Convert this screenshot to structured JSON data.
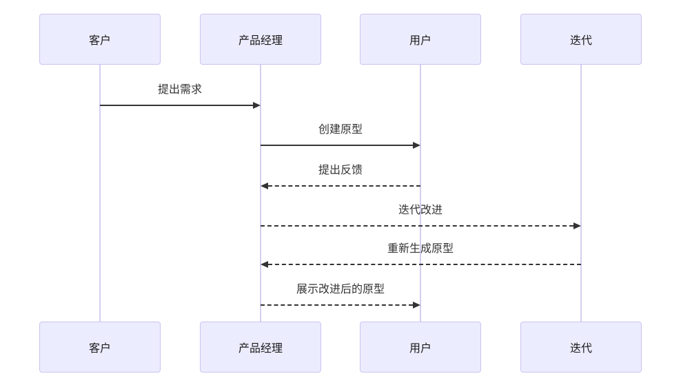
{
  "diagram": {
    "kind": "sequence-diagram",
    "actors": [
      {
        "label": "客户"
      },
      {
        "label": "产品经理"
      },
      {
        "label": "用户"
      },
      {
        "label": "迭代"
      }
    ],
    "messages": [
      {
        "label": "提出需求",
        "from": "客户",
        "to": "产品经理",
        "line": "solid",
        "direction": "right"
      },
      {
        "label": "创建原型",
        "from": "产品经理",
        "to": "用户",
        "line": "solid",
        "direction": "right"
      },
      {
        "label": "提出反馈",
        "from": "用户",
        "to": "产品经理",
        "line": "dashed",
        "direction": "left"
      },
      {
        "label": "迭代改进",
        "from": "产品经理",
        "to": "迭代",
        "line": "dashed",
        "direction": "right"
      },
      {
        "label": "重新生成原型",
        "from": "迭代",
        "to": "产品经理",
        "line": "dashed",
        "direction": "left"
      },
      {
        "label": "展示改进后的原型",
        "from": "产品经理",
        "to": "用户",
        "line": "dashed",
        "direction": "right"
      }
    ],
    "colors": {
      "actor_fill": "#ECECFF",
      "actor_border": "#CBC3EF",
      "lifeline": "#D4CEF1",
      "message": "#333333",
      "background": "#FFFFFF"
    }
  }
}
